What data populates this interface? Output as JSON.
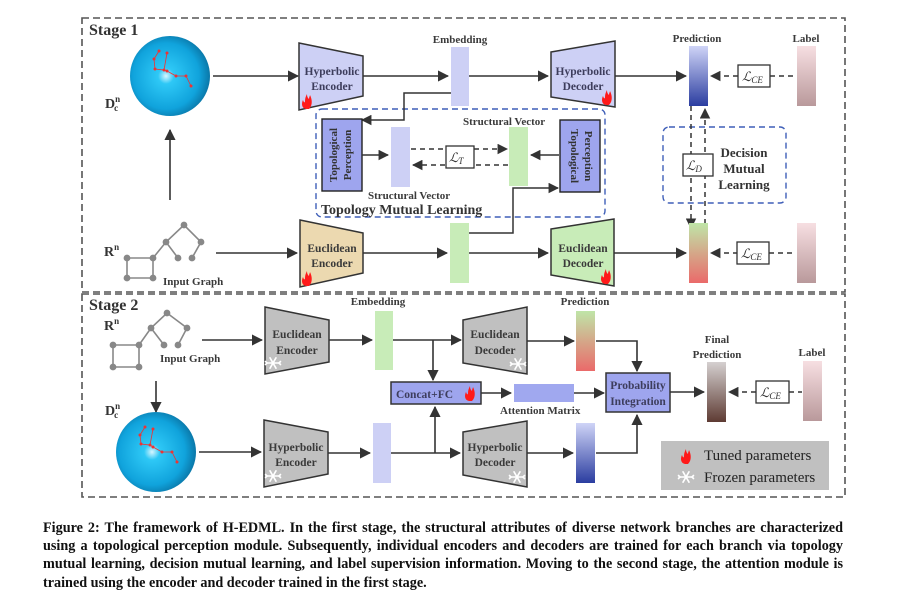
{
  "stage1": {
    "title": "Stage 1",
    "hyperbolic_space_label": "D",
    "hyperbolic_space_sup": "n",
    "hyperbolic_space_sub": "c",
    "euclidean_space_label": "R",
    "euclidean_space_sup": "n",
    "input_graph_label": "Input Graph",
    "hyperbolic_encoder": [
      "Hyperbolic",
      "Encoder"
    ],
    "hyperbolic_decoder": [
      "Hyperbolic",
      "Decoder"
    ],
    "euclidean_encoder": [
      "Euclidean",
      "Encoder"
    ],
    "euclidean_decoder": [
      "Euclidean",
      "Decoder"
    ],
    "embedding_label": "Embedding",
    "prediction_label": "Prediction",
    "label_label": "Label",
    "loss_ce": "ℒ",
    "loss_ce_sub": "CE",
    "loss_t_sub": "T",
    "loss_d_sub": "D",
    "topological_perception": [
      "Topological",
      "Perception"
    ],
    "structural_vector_top": "Structural Vector",
    "structural_vector_bottom": "Structural Vector",
    "topology_mutual_learning": "Topology Mutual Learning",
    "decision_mutual_learning": [
      "Decision",
      "Mutual",
      "Learning"
    ]
  },
  "stage2": {
    "title": "Stage 2",
    "euclidean_space_label": "R",
    "euclidean_space_sup": "n",
    "hyperbolic_space_label": "D",
    "hyperbolic_space_sup": "n",
    "hyperbolic_space_sub": "c",
    "input_graph_label": "Input Graph",
    "embedding_label": "Embedding",
    "prediction_label": "Prediction",
    "euclidean_encoder": [
      "Euclidean",
      "Encoder"
    ],
    "euclidean_decoder": [
      "Euclidean",
      "Decoder"
    ],
    "hyperbolic_encoder": [
      "Hyperbolic",
      "Encoder"
    ],
    "hyperbolic_decoder": [
      "Hyperbolic",
      "Decoder"
    ],
    "concat_fc": "Concat+FC",
    "attention_matrix": "Attention Matrix",
    "probability_integration": [
      "Probability",
      "Integration"
    ],
    "final_prediction": [
      "Final",
      "Prediction"
    ],
    "label_label": "Label",
    "loss_ce_sub": "CE"
  },
  "legend": {
    "tuned": "Tuned parameters",
    "frozen": "Frozen parameters"
  },
  "colors": {
    "hyperbolic_block": "#cdd0f5",
    "euclidean_encoder_block": "#ecd9b0",
    "euclidean_decoder_block": "#c8ecb8",
    "frozen_block": "#c0c0c0",
    "module_block": "#9ea5ee",
    "dashed_blue": "#3f5fb8",
    "flame": "#ff1a1a"
  },
  "caption": "Figure 2: The framework of H-EDML. In the first stage, the structural attributes of diverse network branches are characterized using a topological perception module. Subsequently, individual encoders and decoders are trained for each branch via topology mutual learning, decision mutual learning, and label supervision information. Moving to the second stage, the attention module is trained using the encoder and decoder trained in the first stage."
}
